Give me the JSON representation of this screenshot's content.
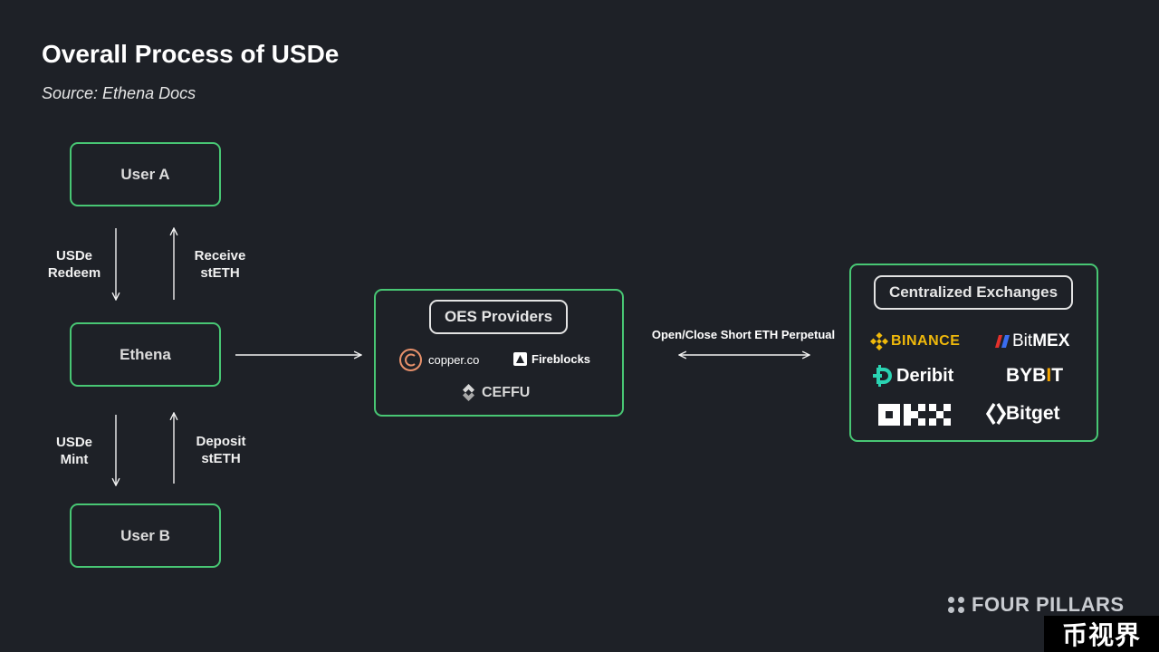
{
  "header": {
    "title": "Overall Process of USDe",
    "subtitle": "Source: Ethena Docs"
  },
  "nodes": {
    "user_a": "User A",
    "ethena": "Ethena",
    "user_b": "User B"
  },
  "flows": {
    "redeem": {
      "line1": "USDe",
      "line2": "Redeem"
    },
    "receive": {
      "line1": "Receive",
      "line2": "stETH"
    },
    "mint": {
      "line1": "USDe",
      "line2": "Mint"
    },
    "deposit": {
      "line1": "Deposit",
      "line2": "stETH"
    }
  },
  "oes": {
    "title": "OES Providers",
    "providers": [
      "copper.co",
      "Fireblocks",
      "CEFFU"
    ]
  },
  "link_label": "Open/Close Short ETH Perpetual",
  "cex": {
    "title": "Centralized Exchanges",
    "exchanges": [
      "BINANCE",
      "BitMEX",
      "Deribit",
      "BYBIT",
      "OKX",
      "Bitget"
    ]
  },
  "footer": {
    "brand": "FOUR PILLARS",
    "watermark": "币视界"
  },
  "colors": {
    "background": "#1e2127",
    "box_border": "#48c774",
    "binance": "#f0b90b",
    "bitmex_red": "#e4312b",
    "bitmex_blue": "#3a6df0",
    "deribit": "#2ad3b2",
    "bybit_accent": "#f7a600",
    "copper": "#e8916b"
  },
  "icons": [
    "copper-logo-icon",
    "fireblocks-logo-icon",
    "ceffu-logo-icon",
    "binance-logo-icon",
    "bitmex-logo-icon",
    "deribit-logo-icon",
    "okx-logo-icon",
    "bitget-logo-icon",
    "four-pillars-dots-icon"
  ]
}
